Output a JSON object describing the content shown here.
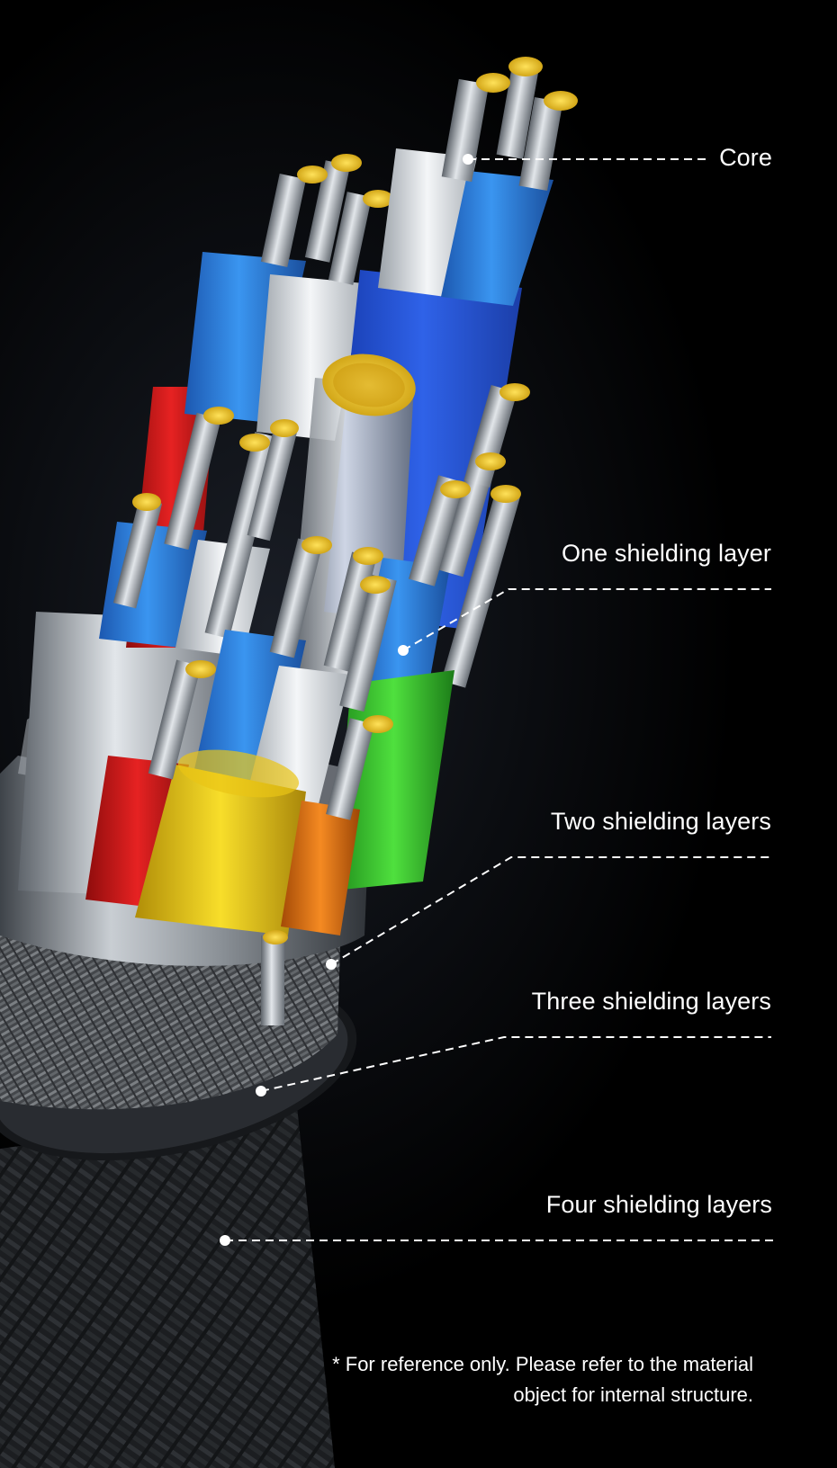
{
  "labels": {
    "core": "Core",
    "one_layer": "One shielding layer",
    "two_layers": "Two shielding layers",
    "three_layers": "Three shielding layers",
    "four_layers": "Four shielding layers"
  },
  "note": {
    "line1": "* For reference only. Please refer to the material",
    "line2": "object for internal structure."
  },
  "colors": {
    "background": "#000000",
    "text": "#ffffff",
    "blue": "#2f86e6",
    "white": "#e8ebee",
    "red": "#d81c1c",
    "yellow": "#f2d316",
    "orange": "#f07a14",
    "green": "#36c92e",
    "foil": "#b9bec4",
    "gold": "#f0c419",
    "braid": "#2a2d31"
  }
}
